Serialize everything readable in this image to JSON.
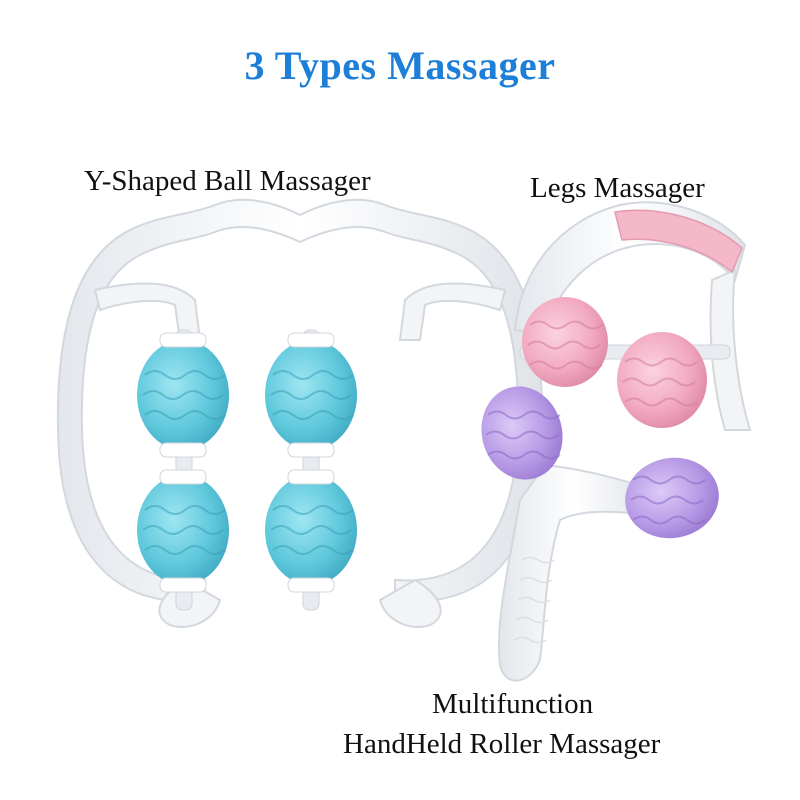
{
  "title": "3 Types Massager",
  "products": {
    "y_shaped": {
      "label": "Y-Shaped Ball Massager",
      "roller_color": "#5fc8dc"
    },
    "legs": {
      "label": "Legs Massager",
      "roller_color": "#f2a9c0"
    },
    "handheld": {
      "line1": "Multifunction",
      "line2": "HandHeld Roller Massager",
      "roller_color": "#b79ae6"
    }
  },
  "colors": {
    "title": "#1e7fd8",
    "frame": "#f4f6f8"
  }
}
